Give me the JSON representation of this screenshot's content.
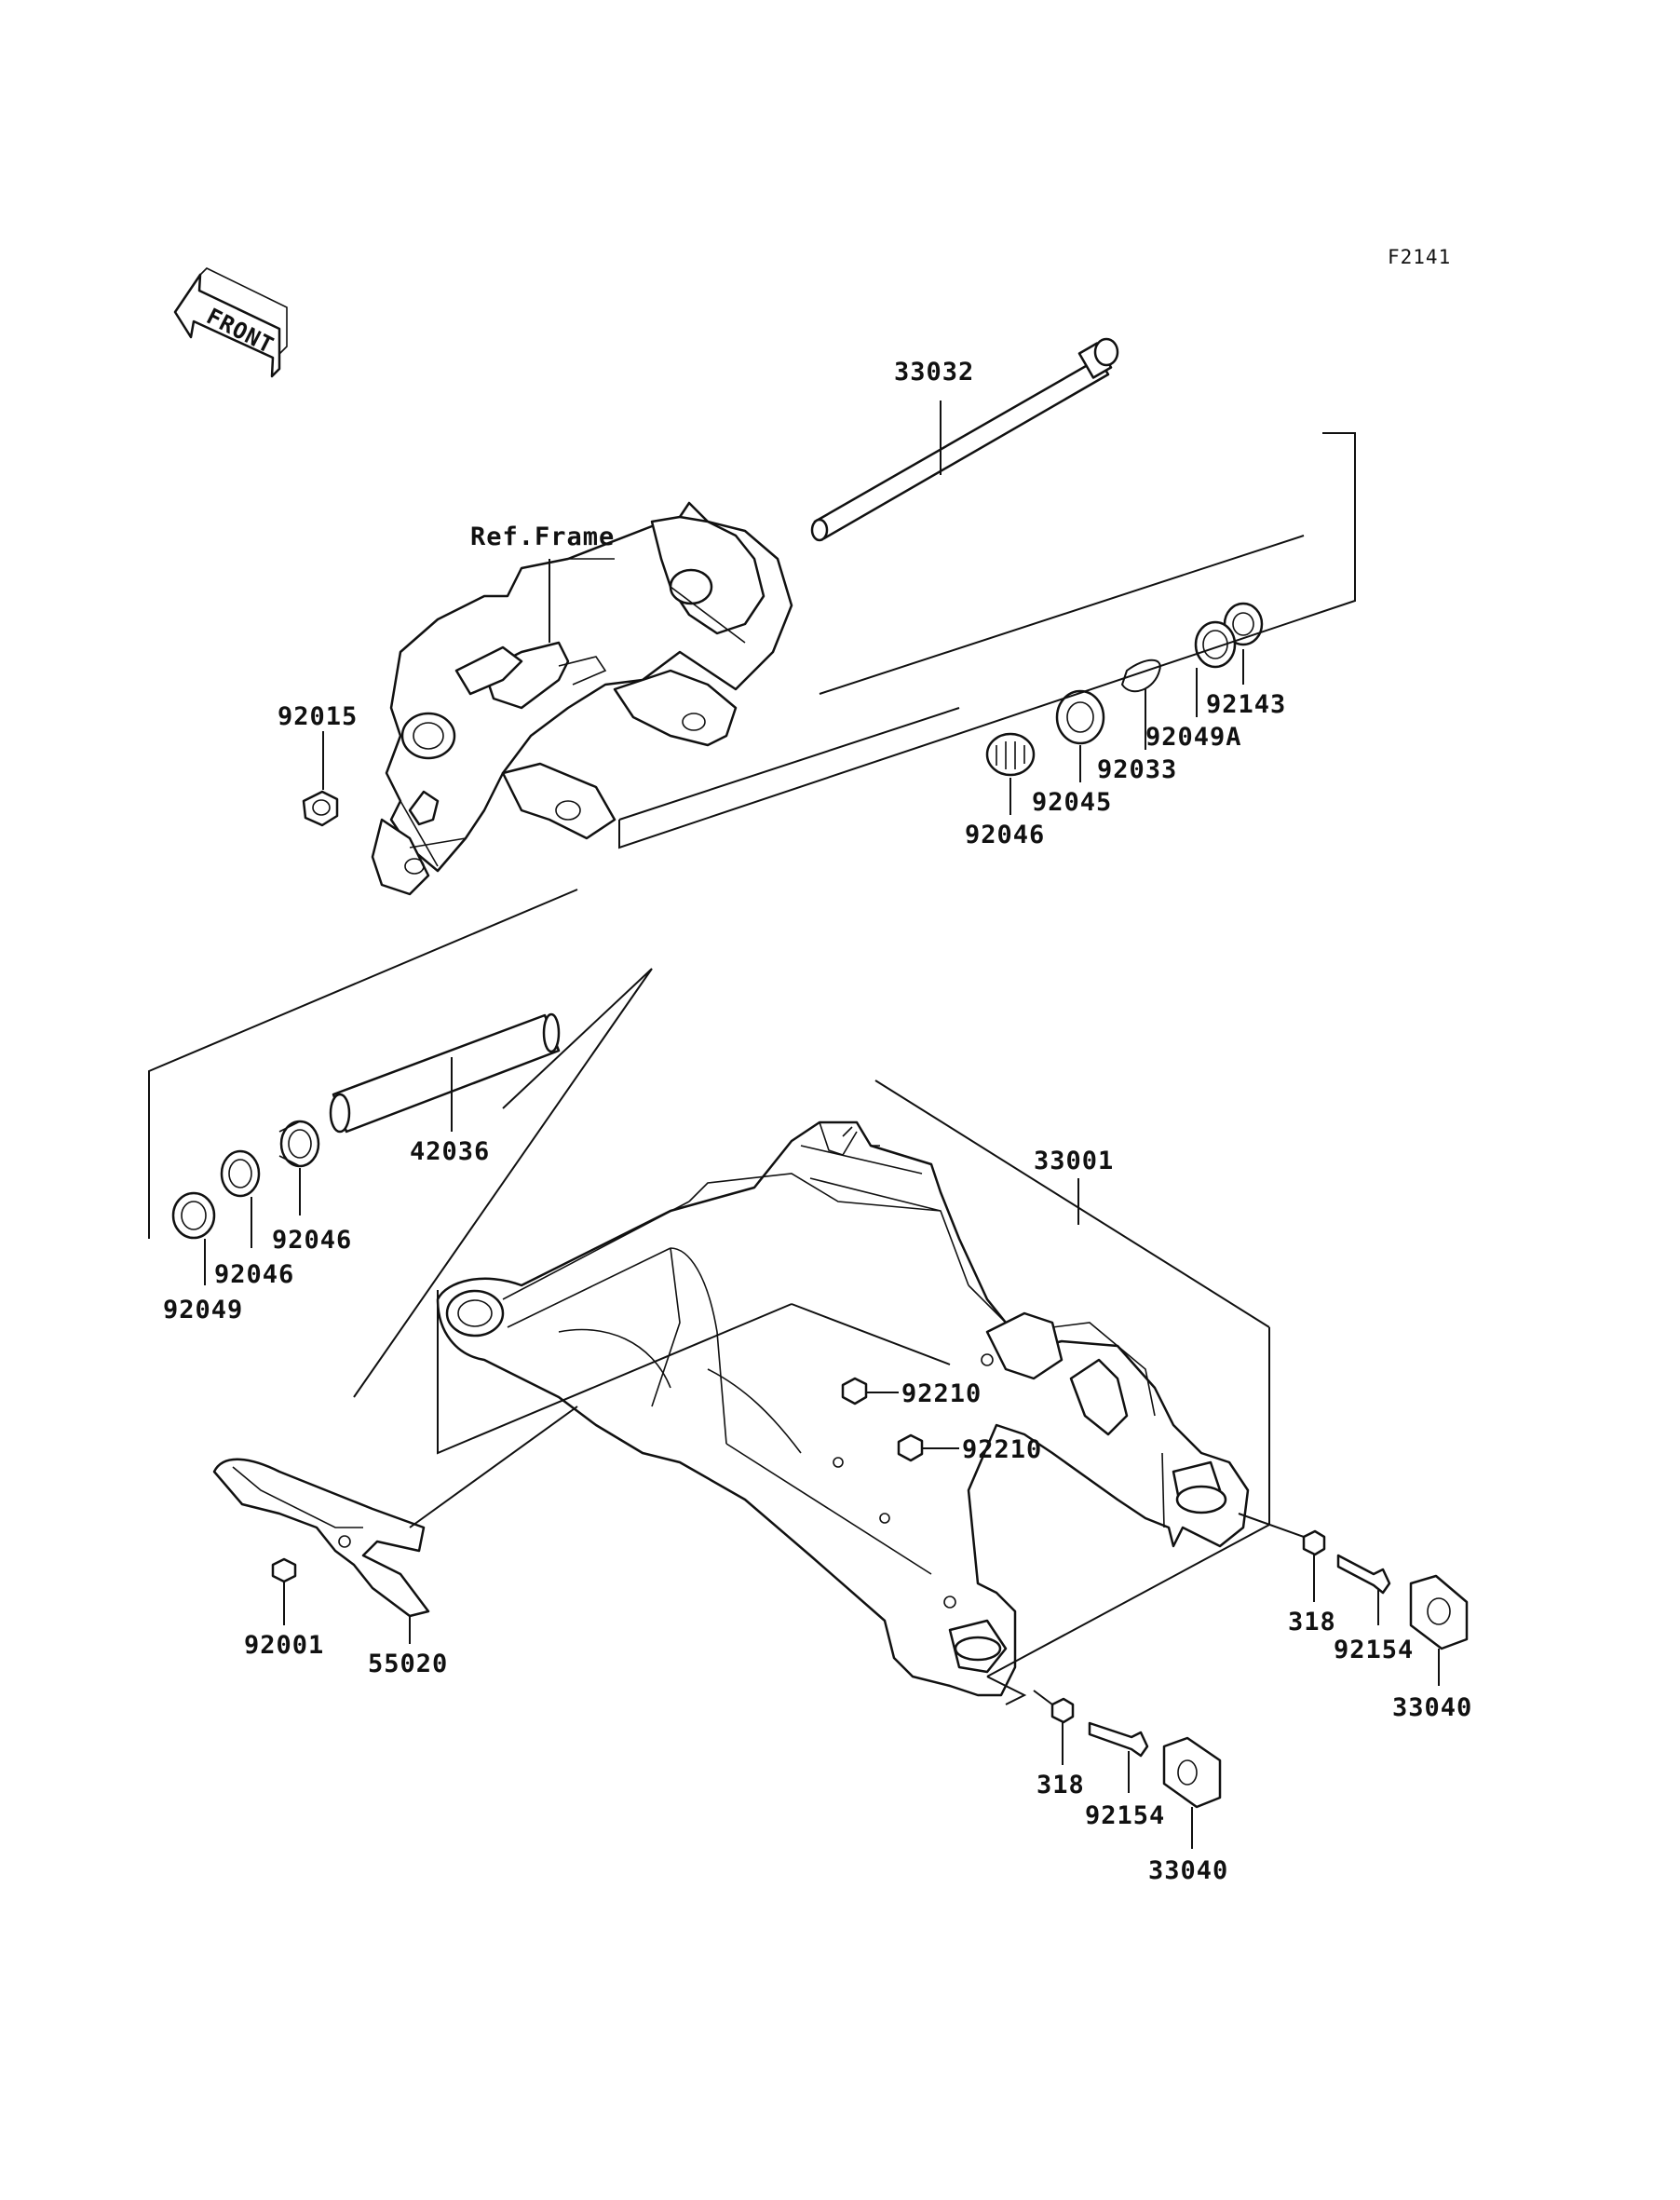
{
  "diagram_code": "F2141",
  "front_arrow_text": "FRONT",
  "ref_frame_label": "Ref.Frame",
  "parts": [
    {
      "id": "p33032",
      "number": "33032",
      "name": "swingarm pivot shaft"
    },
    {
      "id": "p92015",
      "number": "92015",
      "name": "pivot nut"
    },
    {
      "id": "p92143",
      "number": "92143",
      "name": "collar"
    },
    {
      "id": "p92049A",
      "number": "92049A",
      "name": "oil seal"
    },
    {
      "id": "p92033",
      "number": "92033",
      "name": "circlip"
    },
    {
      "id": "p92045",
      "number": "92045",
      "name": "ball bearing"
    },
    {
      "id": "p92046a",
      "number": "92046",
      "name": "needle bearing"
    },
    {
      "id": "p42036",
      "number": "42036",
      "name": "sleeve"
    },
    {
      "id": "p92046b",
      "number": "92046",
      "name": "needle bearing"
    },
    {
      "id": "p92046c",
      "number": "92046",
      "name": "needle bearing"
    },
    {
      "id": "p92049",
      "number": "92049",
      "name": "oil seal"
    },
    {
      "id": "p33001",
      "number": "33001",
      "name": "swingarm"
    },
    {
      "id": "p92210a",
      "number": "92210",
      "name": "nut"
    },
    {
      "id": "p92210b",
      "number": "92210",
      "name": "nut"
    },
    {
      "id": "p92001",
      "number": "92001",
      "name": "bolt"
    },
    {
      "id": "p55020",
      "number": "55020",
      "name": "chain guard"
    },
    {
      "id": "p318a",
      "number": "318",
      "name": "nut"
    },
    {
      "id": "p92154a",
      "number": "92154",
      "name": "bolt"
    },
    {
      "id": "p33040a",
      "number": "33040",
      "name": "chain adjuster"
    },
    {
      "id": "p318b",
      "number": "318",
      "name": "nut"
    },
    {
      "id": "p92154b",
      "number": "92154",
      "name": "bolt"
    },
    {
      "id": "p33040b",
      "number": "33040",
      "name": "chain adjuster"
    }
  ]
}
